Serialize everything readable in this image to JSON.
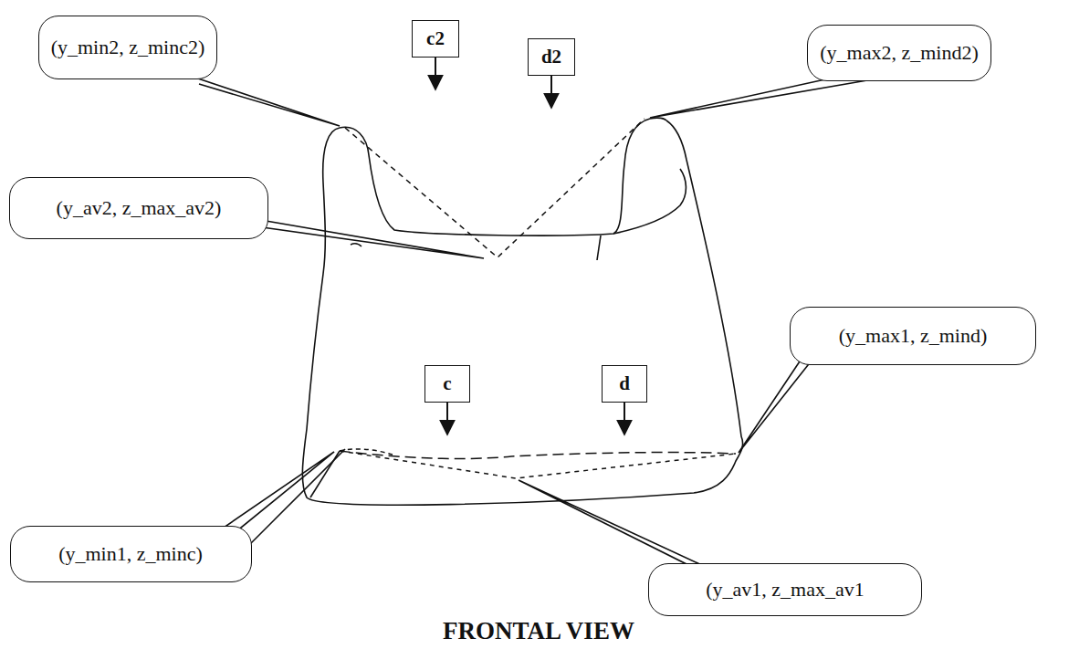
{
  "diagram": {
    "caption": "FRONTAL VIEW",
    "nodes": [
      {
        "text": [
          "(y_min2, z_minc2)"
        ]
      },
      {
        "text": [
          "c2"
        ]
      },
      {
        "text": [
          "d2"
        ]
      },
      {
        "text": [
          "(y_max2, z_mind2)"
        ]
      },
      {
        "text": [
          "(y_av2, z_max_av2)"
        ]
      },
      {
        "text": [
          "c"
        ]
      },
      {
        "text": [
          "d"
        ]
      },
      {
        "text": [
          "(y_max1, z_mind)"
        ]
      },
      {
        "text": [
          "(y_min1, z_minc)"
        ]
      },
      {
        "text": [
          "(y_av1, z_max_av1"
        ]
      }
    ]
  }
}
